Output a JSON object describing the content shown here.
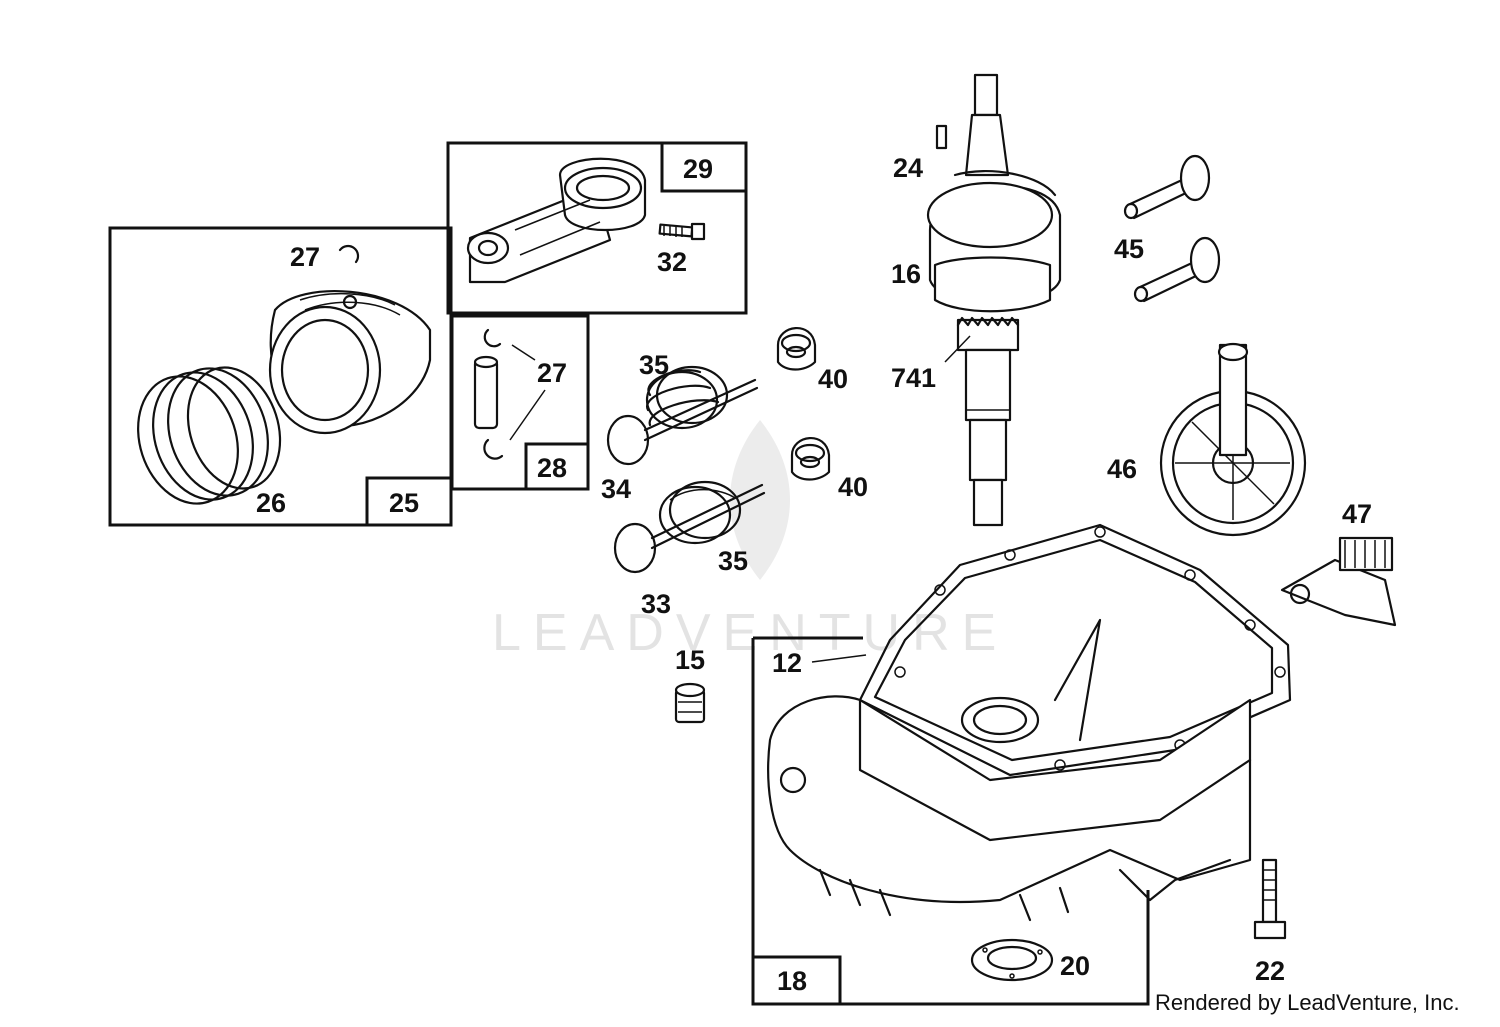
{
  "watermark": "LEADVENTURE",
  "credit": "Rendered by LeadVenture, Inc.",
  "groups": {
    "g25": "25",
    "g28": "28",
    "g29": "29",
    "g18": "18"
  },
  "labels": {
    "l12": "12",
    "l15": "15",
    "l16": "16",
    "l20": "20",
    "l22": "22",
    "l24": "24",
    "l26": "26",
    "l27a": "27",
    "l27b": "27",
    "l32": "32",
    "l33": "33",
    "l34": "34",
    "l35a": "35",
    "l35b": "35",
    "l40a": "40",
    "l40b": "40",
    "l45": "45",
    "l46": "46",
    "l47": "47",
    "l741": "741"
  }
}
